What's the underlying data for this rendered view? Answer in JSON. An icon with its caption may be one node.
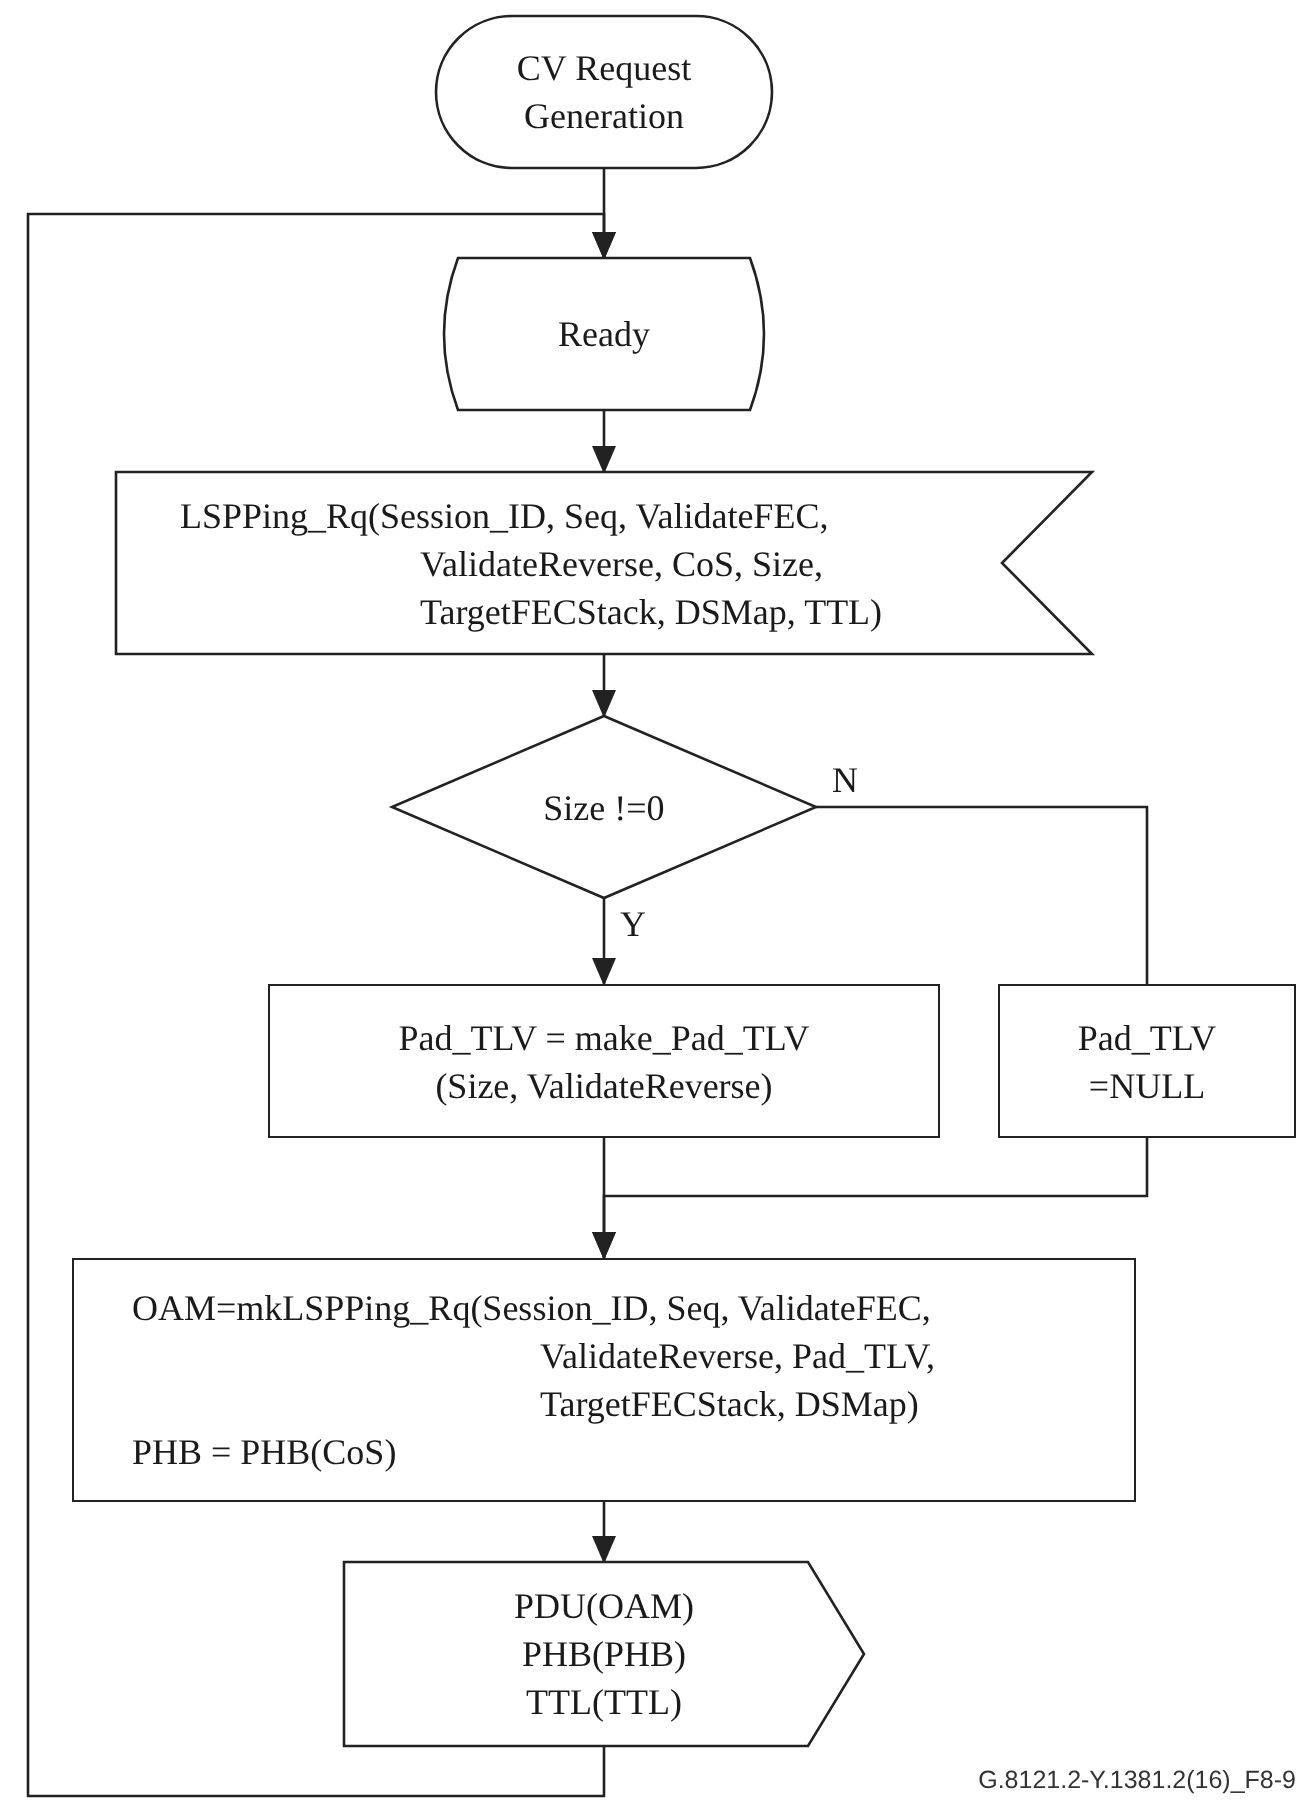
{
  "diagram": {
    "nodes": [
      {
        "text": [
          "CV Request Generation"
        ]
      },
      {
        "text": [
          "Ready"
        ]
      },
      {
        "text": [
          "LSPPing_Rq(Session_ID, Seq, ValidateFEC, ValidateReverse, CoS, Size, TargetFECStack, DSMap, TTL)"
        ]
      },
      {
        "text": [
          "Size !=0"
        ]
      },
      {
        "text": [
          "Pad_TLV = make_Pad_TLV (Size, ValidateReverse)"
        ]
      },
      {
        "text": [
          "Pad_TLV =NULL"
        ]
      },
      {
        "text": [
          "OAM=mkLSPPing_Rq(Session_ID, Seq, ValidateFEC, ValidateReverse, Pad_TLV, TargetFECStack, DSMap)",
          "PHB = PHB(CoS)"
        ]
      },
      {
        "text": [
          "PDU(OAM)",
          "PHB(PHB)",
          "TTL(TTL)"
        ]
      }
    ],
    "edges": [
      {
        "from": 0,
        "to": 1,
        "arrow": "to"
      },
      {
        "from": 7,
        "to": 1,
        "arrow": "to"
      },
      {
        "from": 1,
        "to": 2,
        "arrow": "to"
      },
      {
        "from": 2,
        "to": 3,
        "arrow": "to"
      },
      {
        "from": 3,
        "to": 4,
        "arrow": "to",
        "label": "Y"
      },
      {
        "from": 3,
        "to": 5,
        "arrow": "none",
        "label": "N"
      },
      {
        "from": 4,
        "to": 6,
        "arrow": "to"
      },
      {
        "from": 5,
        "to": 6,
        "arrow": "to"
      },
      {
        "from": 6,
        "to": 7,
        "arrow": "to"
      }
    ],
    "labels": [
      "G.8121.2-Y.1381.2(16)_F8-9"
    ]
  }
}
